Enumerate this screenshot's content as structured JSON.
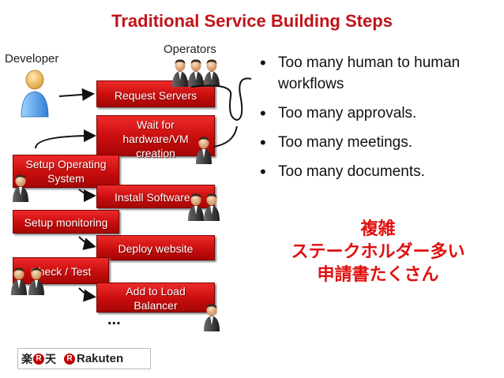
{
  "title": "Traditional Service Building Steps",
  "labels": {
    "developer": "Developer",
    "operators": "Operators",
    "ellipsis": "..."
  },
  "steps": [
    "Request Servers",
    "Wait for hardware/VM creation",
    "Setup Operating System",
    "Install Software",
    "Setup monitoring",
    "Deploy website",
    "Check / Test",
    "Add to Load Balancer"
  ],
  "bullets": [
    "Too many human to human workflows",
    "Too many approvals.",
    "Too many meetings.",
    "Too many documents."
  ],
  "japanese": [
    "複雑",
    "ステークホルダー多い",
    "申請書たくさん"
  ],
  "logo": {
    "jp_left": "楽",
    "jp_mark": "R",
    "jp_right": "天",
    "en_mark": "R",
    "en": "Rakuten"
  },
  "colors": {
    "title": "#c0141a",
    "step": "#cc1111",
    "japanese": "#e01010"
  },
  "icons": [
    "developer-person-icon",
    "operator-person-icon"
  ]
}
